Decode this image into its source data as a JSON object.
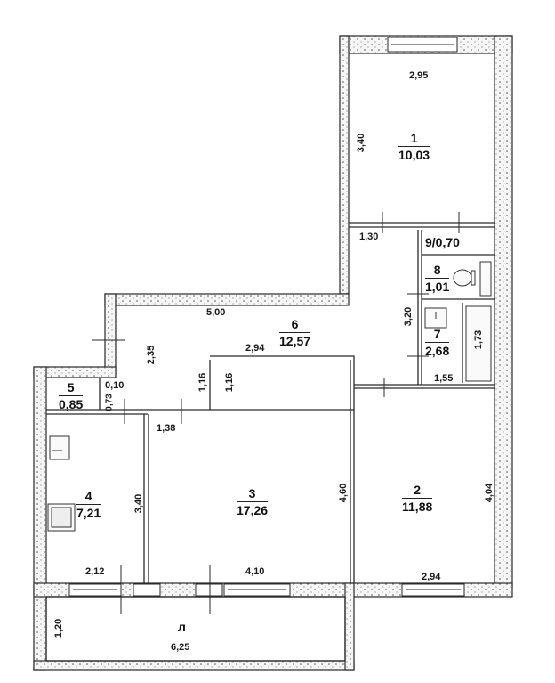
{
  "plan": {
    "type": "apartment floor plan",
    "rooms": [
      {
        "id": "1",
        "area": "10,03",
        "dims": [
          "2,95",
          "3,40"
        ]
      },
      {
        "id": "2",
        "area": "11,88",
        "dims": [
          "2,94",
          "4,04"
        ]
      },
      {
        "id": "3",
        "area": "17,26",
        "dims": [
          "4,10",
          "4,60"
        ]
      },
      {
        "id": "4",
        "area": "7,21",
        "dims": [
          "2,12",
          "3,40"
        ]
      },
      {
        "id": "5",
        "area": "0,85",
        "dims": [
          "0,10",
          "0,73"
        ]
      },
      {
        "id": "6",
        "area": "12,57",
        "dims": [
          "5,00",
          "2,35",
          "2,94",
          "1,16",
          "1,16",
          "1,38",
          "1,30",
          "3,20"
        ]
      },
      {
        "id": "7",
        "area": "2,68",
        "dims": [
          "1,55",
          "1,73"
        ]
      },
      {
        "id": "8",
        "area": "1,01",
        "dims": []
      },
      {
        "id": "9",
        "area": "0,70",
        "label": "9/0,70",
        "dims": []
      },
      {
        "id": "л",
        "area": "",
        "label": "л",
        "dims": [
          "6,25",
          "1,20"
        ]
      }
    ],
    "dimensions": {
      "d_295": "2,95",
      "d_340_r1": "3,40",
      "d_130": "1,30",
      "d_320": "3,20",
      "d_173": "1,73",
      "d_155": "1,55",
      "d_500": "5,00",
      "d_235": "2,35",
      "d_294_hall": "2,94",
      "d_116_a": "1,16",
      "d_116_b": "1,16",
      "d_010": "0,10",
      "d_073": "0,73",
      "d_138": "1,38",
      "d_340_r4": "3,40",
      "d_460": "4,60",
      "d_404": "4,04",
      "d_212": "2,12",
      "d_410": "4,10",
      "d_294_r2": "2,94",
      "d_120": "1,20",
      "d_625": "6,25"
    },
    "labels": {
      "r1_num": "1",
      "r1_area": "10,03",
      "r2_num": "2",
      "r2_area": "11,88",
      "r3_num": "3",
      "r3_area": "17,26",
      "r4_num": "4",
      "r4_area": "7,21",
      "r5_num": "5",
      "r5_area": "0,85",
      "r6_num": "6",
      "r6_area": "12,57",
      "r7_num": "7",
      "r7_area": "2,68",
      "r8_num": "8",
      "r8_area": "1,01",
      "r9": "9/0,70",
      "balcony": "л"
    },
    "colors": {
      "wall": "#2a2a2a",
      "wall_fill": "#f4f4f4",
      "background": "#ffffff"
    }
  }
}
